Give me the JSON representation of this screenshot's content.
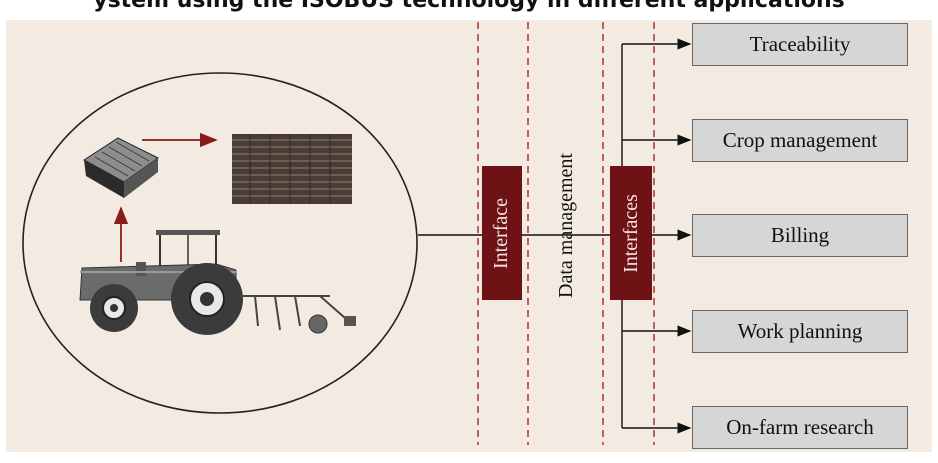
{
  "title": "ystem using the ISOBUS technology in different applications",
  "center": {
    "interface_label": "Interface",
    "data_management_label": "Data management",
    "interfaces_label": "Interfaces"
  },
  "outputs": [
    {
      "label": "Traceability"
    },
    {
      "label": "Crop management"
    },
    {
      "label": "Billing"
    },
    {
      "label": "Work planning"
    },
    {
      "label": "On-farm research"
    }
  ],
  "colors": {
    "panel_bg": "#f3ebe1",
    "interface_box": "#6e1215",
    "dashed_line": "#a8242a",
    "output_box": "#d6d6d6"
  },
  "icons": [
    "tractor-icon",
    "terminal-icon",
    "field-map-icon"
  ]
}
